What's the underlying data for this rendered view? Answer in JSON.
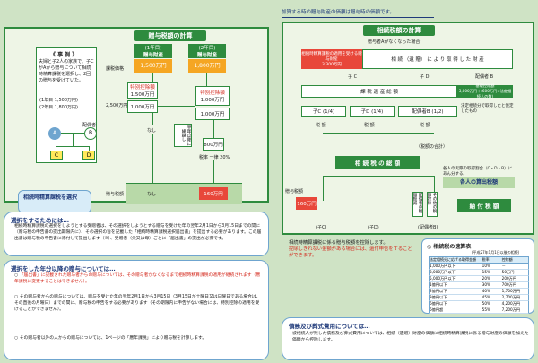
{
  "gift": {
    "title": "贈与税額の計算",
    "example_title": "《 事 例 》",
    "example_text": "夫婦と子2人の家族で、子CがAから贈与について相続時精算課税を選択し、2回の贈与を受けていた。",
    "example_years": [
      "(1年目 1,500万円)",
      "(2年目 1,800万円)"
    ],
    "family": {
      "a": "A",
      "b": "B",
      "c": "C",
      "d": "D",
      "a_role": "（被相続人）",
      "b_role": "配偶者",
      "child": "子"
    },
    "selection_tag": "相続時精算課税を選択",
    "col1_head": "(1年目)",
    "col1_sub": "贈与財産",
    "col1_amount": "1,500万円",
    "col2_head": "(2年目)",
    "col2_sub": "贈与財産",
    "col2_amount": "1,800万円",
    "row_label_1": "課税価格",
    "deduction_label": "特別控除額",
    "deduction_amount": "1,500万円",
    "total_deduction": "2,500万円",
    "remain_label": "1,000万円",
    "remain_label2": "1,000万円",
    "special_label": "特別控除額",
    "special_amount": "1,000万円",
    "none1": "なし",
    "carry": "翌年以降に繰越し",
    "taxable_amount": "800万円",
    "tax_rate": "税率 一律 20%",
    "gift_tax_label": "贈与税額",
    "none2": "なし",
    "result_amount": "160万円"
  },
  "inherit": {
    "top_banner": "加算する時の贈与財産の価額は贈与時の価額です。",
    "title": "相続税額の計算",
    "subtitle": "贈与者Aがなくなった場合",
    "red_box": "相続時精算課税の適用を受ける贈与財産",
    "red_amount": "3,300万円",
    "row1": "相 続 （遺 贈） に よ り 取 得 し た 財 産",
    "row2_labels": [
      "子 C",
      "子 D",
      "配偶者 B"
    ],
    "row3": "課 税 遺 産 総 額",
    "basic_deduction": "基礎控除額",
    "basic_formula": "3,000万円＋(600万円×法定相続人の数)",
    "row4_labels": [
      "子C (1/4)",
      "子D (1/4)",
      "配偶者B (1/2)"
    ],
    "legal_note": "法定相続分で取得したと仮定したもの",
    "tax_labels": [
      "税 額",
      "税 額",
      "税 額"
    ],
    "sum_label": "（税額の合計）",
    "total": "相 続 税 の 総 額",
    "per_person_note": "各人の実際の取得割合（C・D・B）にあん分する。",
    "per_person_head": "各人の算出税額",
    "deduct_paid": "贈与税額",
    "paid_amount": "160万円",
    "spouse_deduct": "配偶者の税額軽減",
    "other_deduct": "その他の税額控除",
    "pay_head": "納 付 税 額",
    "bottom_labels": [
      "(子C)",
      "(子D)",
      "(配偶者B)"
    ],
    "payment_note": "相続時精算課税に係る贈与税額を控除します。",
    "payment_note2": "控除しきれない金額がある場合には、還付申告をすることができます。"
  },
  "table": {
    "title": "◎ 相続税の速算表",
    "sub": "(平成27年1月1日以後の相続)",
    "head": [
      "法定相続分に応ずる取得金額",
      "税率",
      "控除額"
    ],
    "rows": [
      [
        "1,000万円以下",
        "10%",
        "－"
      ],
      [
        "3,000万円以下",
        "15%",
        "50万円"
      ],
      [
        "5,000万円以下",
        "20%",
        "200万円"
      ],
      [
        "1億円以下",
        "30%",
        "700万円"
      ],
      [
        "2億円以下",
        "40%",
        "1,700万円"
      ],
      [
        "3億円以下",
        "45%",
        "2,700万円"
      ],
      [
        "6億円以下",
        "50%",
        "4,200万円"
      ],
      [
        "6億円超",
        "55%",
        "7,200万円"
      ]
    ]
  },
  "notes": {
    "n1_head": "選択をするためには…",
    "n1_text": "相続時精算課税の選択をしようとする受贈者は、その選択をしようとする贈与を受けた年の翌年2月1日から3月15日までの間に（贈与税の申告書の提出期限内に）、その選択の旨を記載した「相続時精算課税選択届出書」を提出する必要があります。この届出書は贈与税の申告書に添付して提出します（※）、受贈者（父又は母）ごとに「届出書」の提出が必要です。",
    "n2_head": "選択をした年分以降の贈与については…",
    "n2_items": [
      "「届出書」に記載された贈与者からの贈与については、その贈与者がなくなるまで相続時精算課税の適用が継続されます（暦年課税に変更することはできません）。",
      "その贈与者からの贈与については、贈与を受けた年の翌年2月1日から3月15日（3月15日が土曜日又は日曜日である場合は、その直後の月曜日）までの間に、贈与税の申告をする必要があります（その期限内に申告がない場合には、特別控除の適用を受けることができません）。",
      "その贈与者以外の人からの贈与については、1ページの「暦年課税」により贈与税を計算します。"
    ],
    "n3_head": "債務及び葬式費用については…",
    "n3_text": "被相続人が残した債務及び葬式費用については、相続（遺贈）財産の価額に相続時精算課税に係る贈与財産の価額を加えた価額から控除します。"
  },
  "colors": {
    "green": "#2e8b3e",
    "red": "#e8473a",
    "blue": "#1f3a7a",
    "bg": "#cfe3c5"
  }
}
